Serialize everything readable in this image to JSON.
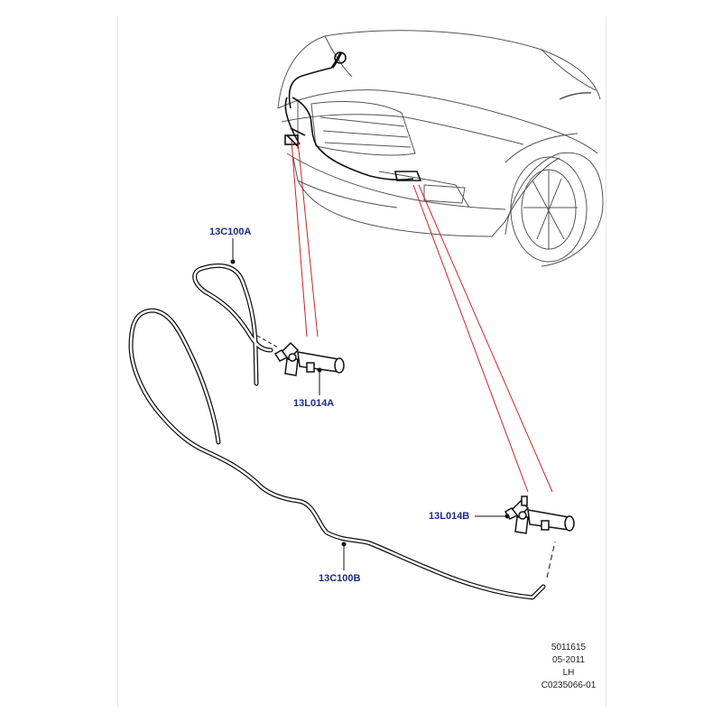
{
  "callouts": {
    "hose_a": "13C100A",
    "jet_a": "13L014A",
    "jet_b": "13L014B",
    "hose_b": "13C100B"
  },
  "footer": {
    "code": "5011615",
    "date": "05-2011",
    "side": "LH",
    "illustration_id": "C0235066-01"
  },
  "colors": {
    "line": "#222222",
    "leader_red": "#d62020",
    "callout_blue": "#1a2a8c"
  }
}
